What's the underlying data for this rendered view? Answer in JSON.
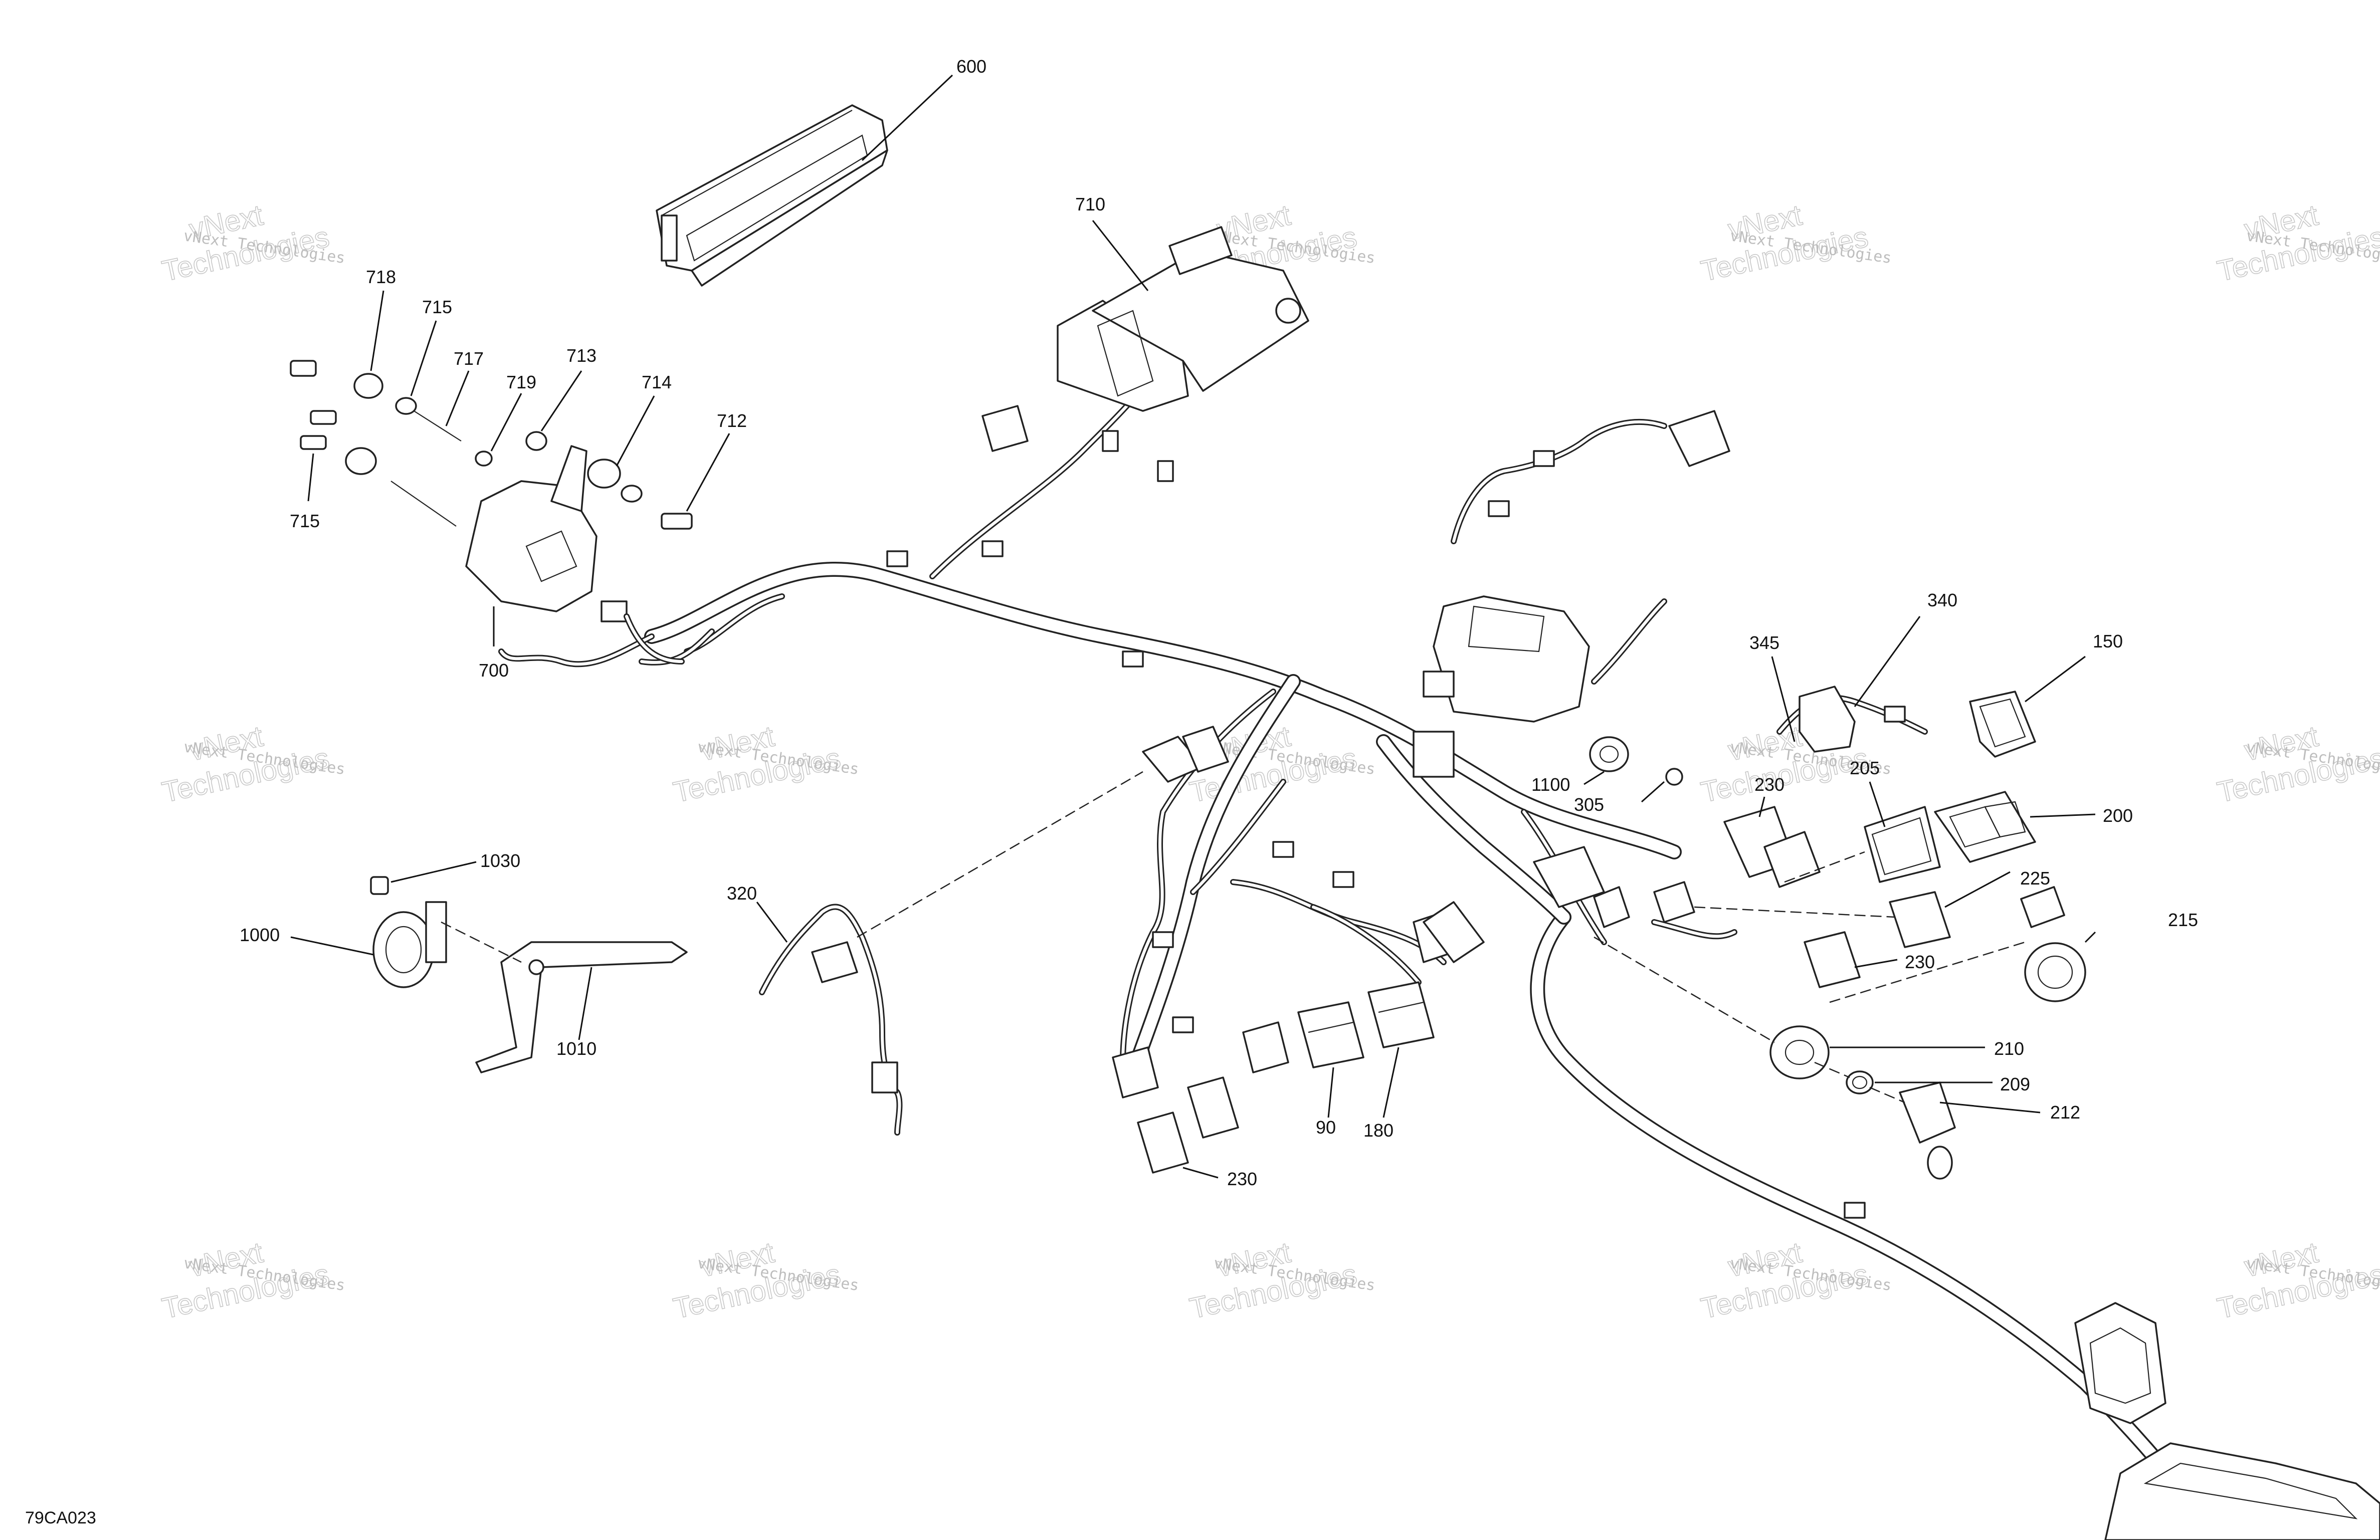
{
  "diagram_code": "79CA023",
  "watermark": {
    "line1": "vNext",
    "line2": "Technologies",
    "line3": "vNext Technologies"
  },
  "callouts": [
    {
      "id": "c600",
      "label": "600"
    },
    {
      "id": "c710",
      "label": "710"
    },
    {
      "id": "c718",
      "label": "718"
    },
    {
      "id": "c715a",
      "label": "715"
    },
    {
      "id": "c717",
      "label": "717"
    },
    {
      "id": "c719",
      "label": "719"
    },
    {
      "id": "c713",
      "label": "713"
    },
    {
      "id": "c714",
      "label": "714"
    },
    {
      "id": "c712",
      "label": "712"
    },
    {
      "id": "c715b",
      "label": "715"
    },
    {
      "id": "c700",
      "label": "700"
    },
    {
      "id": "c340",
      "label": "340"
    },
    {
      "id": "c345",
      "label": "345"
    },
    {
      "id": "c150",
      "label": "150"
    },
    {
      "id": "c1100",
      "label": "1100"
    },
    {
      "id": "c305",
      "label": "305"
    },
    {
      "id": "c230a",
      "label": "230"
    },
    {
      "id": "c205",
      "label": "205"
    },
    {
      "id": "c200",
      "label": "200"
    },
    {
      "id": "c225",
      "label": "225"
    },
    {
      "id": "c215",
      "label": "215"
    },
    {
      "id": "c230b",
      "label": "230"
    },
    {
      "id": "c210",
      "label": "210"
    },
    {
      "id": "c209",
      "label": "209"
    },
    {
      "id": "c212",
      "label": "212"
    },
    {
      "id": "c1030",
      "label": "1030"
    },
    {
      "id": "c1000",
      "label": "1000"
    },
    {
      "id": "c1010",
      "label": "1010"
    },
    {
      "id": "c320",
      "label": "320"
    },
    {
      "id": "c90",
      "label": "90"
    },
    {
      "id": "c180",
      "label": "180"
    },
    {
      "id": "c230c",
      "label": "230"
    }
  ]
}
